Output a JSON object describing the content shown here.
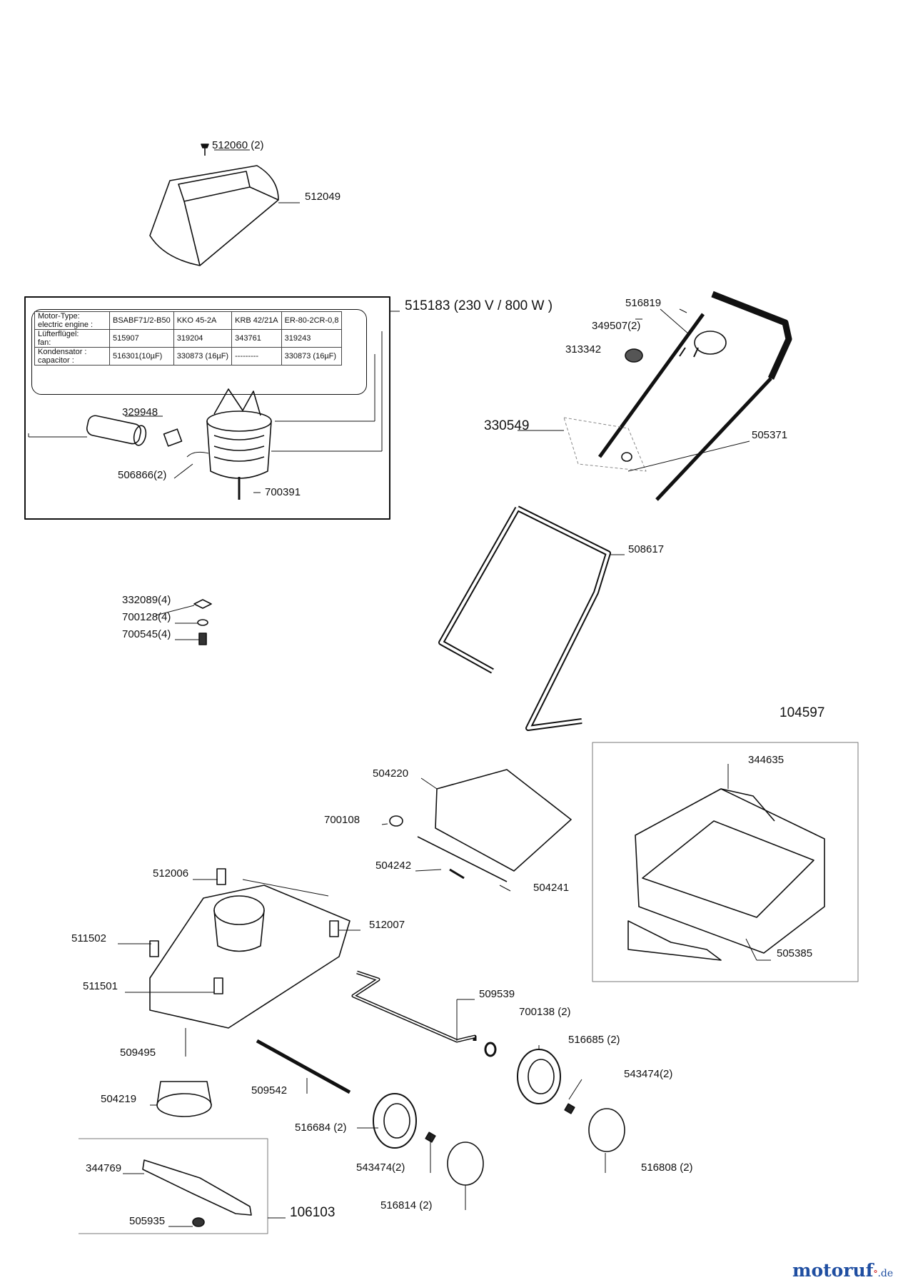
{
  "diagram": {
    "parts": [
      {
        "id": "p512060",
        "label": "512060 (2)"
      },
      {
        "id": "p512049",
        "label": "512049"
      },
      {
        "id": "p515183",
        "label": "515183 (230 V / 800 W )"
      },
      {
        "id": "p516819",
        "label": "516819"
      },
      {
        "id": "p349507",
        "label": "349507(2)"
      },
      {
        "id": "p313342",
        "label": "313342"
      },
      {
        "id": "p330549",
        "label": "330549"
      },
      {
        "id": "p505371",
        "label": "505371"
      },
      {
        "id": "p329948",
        "label": "329948"
      },
      {
        "id": "p506866",
        "label": "506866(2)"
      },
      {
        "id": "p700391",
        "label": "700391"
      },
      {
        "id": "p508617",
        "label": "508617"
      },
      {
        "id": "p332089",
        "label": "332089(4)"
      },
      {
        "id": "p700128",
        "label": "700128(4)"
      },
      {
        "id": "p700545",
        "label": "700545(4)"
      },
      {
        "id": "p104597",
        "label": "104597"
      },
      {
        "id": "p344635",
        "label": "344635"
      },
      {
        "id": "p505385",
        "label": "505385"
      },
      {
        "id": "p504220",
        "label": "504220"
      },
      {
        "id": "p700108",
        "label": "700108"
      },
      {
        "id": "p504242",
        "label": "504242"
      },
      {
        "id": "p504241",
        "label": "504241"
      },
      {
        "id": "p512006",
        "label": "512006"
      },
      {
        "id": "p512007",
        "label": "512007"
      },
      {
        "id": "p511502",
        "label": "511502"
      },
      {
        "id": "p511501",
        "label": "511501"
      },
      {
        "id": "p509539",
        "label": "509539"
      },
      {
        "id": "p700138",
        "label": "700138 (2)"
      },
      {
        "id": "p516685",
        "label": "516685 (2)"
      },
      {
        "id": "p543474a",
        "label": "543474(2)"
      },
      {
        "id": "p509495",
        "label": "509495"
      },
      {
        "id": "p509542",
        "label": "509542"
      },
      {
        "id": "p504219",
        "label": "504219"
      },
      {
        "id": "p516684",
        "label": "516684 (2)"
      },
      {
        "id": "p543474b",
        "label": "543474(2)"
      },
      {
        "id": "p516808",
        "label": "516808 (2)"
      },
      {
        "id": "p344769",
        "label": "344769"
      },
      {
        "id": "p516814",
        "label": "516814 (2)"
      },
      {
        "id": "p505935",
        "label": "505935"
      },
      {
        "id": "p106103",
        "label": "106103"
      }
    ],
    "spec_table": [
      [
        "Motor-Type:\nelectric engine :",
        "BSABF71/2-B50",
        "KKO 45-2A",
        "KRB 42/21A",
        "ER-80-2CR-0,8"
      ],
      [
        "Lüfterflügel:\nfan:",
        "515907",
        "319204",
        "343761",
        "319243"
      ],
      [
        "Kondensator :\ncapacitor :",
        "516301(10µF)",
        "330873 (16µF)",
        "---------",
        "330873 (16µF)"
      ]
    ],
    "brand": {
      "name": "motoruf",
      "dot": "°",
      "tld": ".de"
    },
    "colors": {
      "line": "#111111",
      "brand": "#1f4ea1",
      "brand_dot": "#d02020"
    }
  }
}
